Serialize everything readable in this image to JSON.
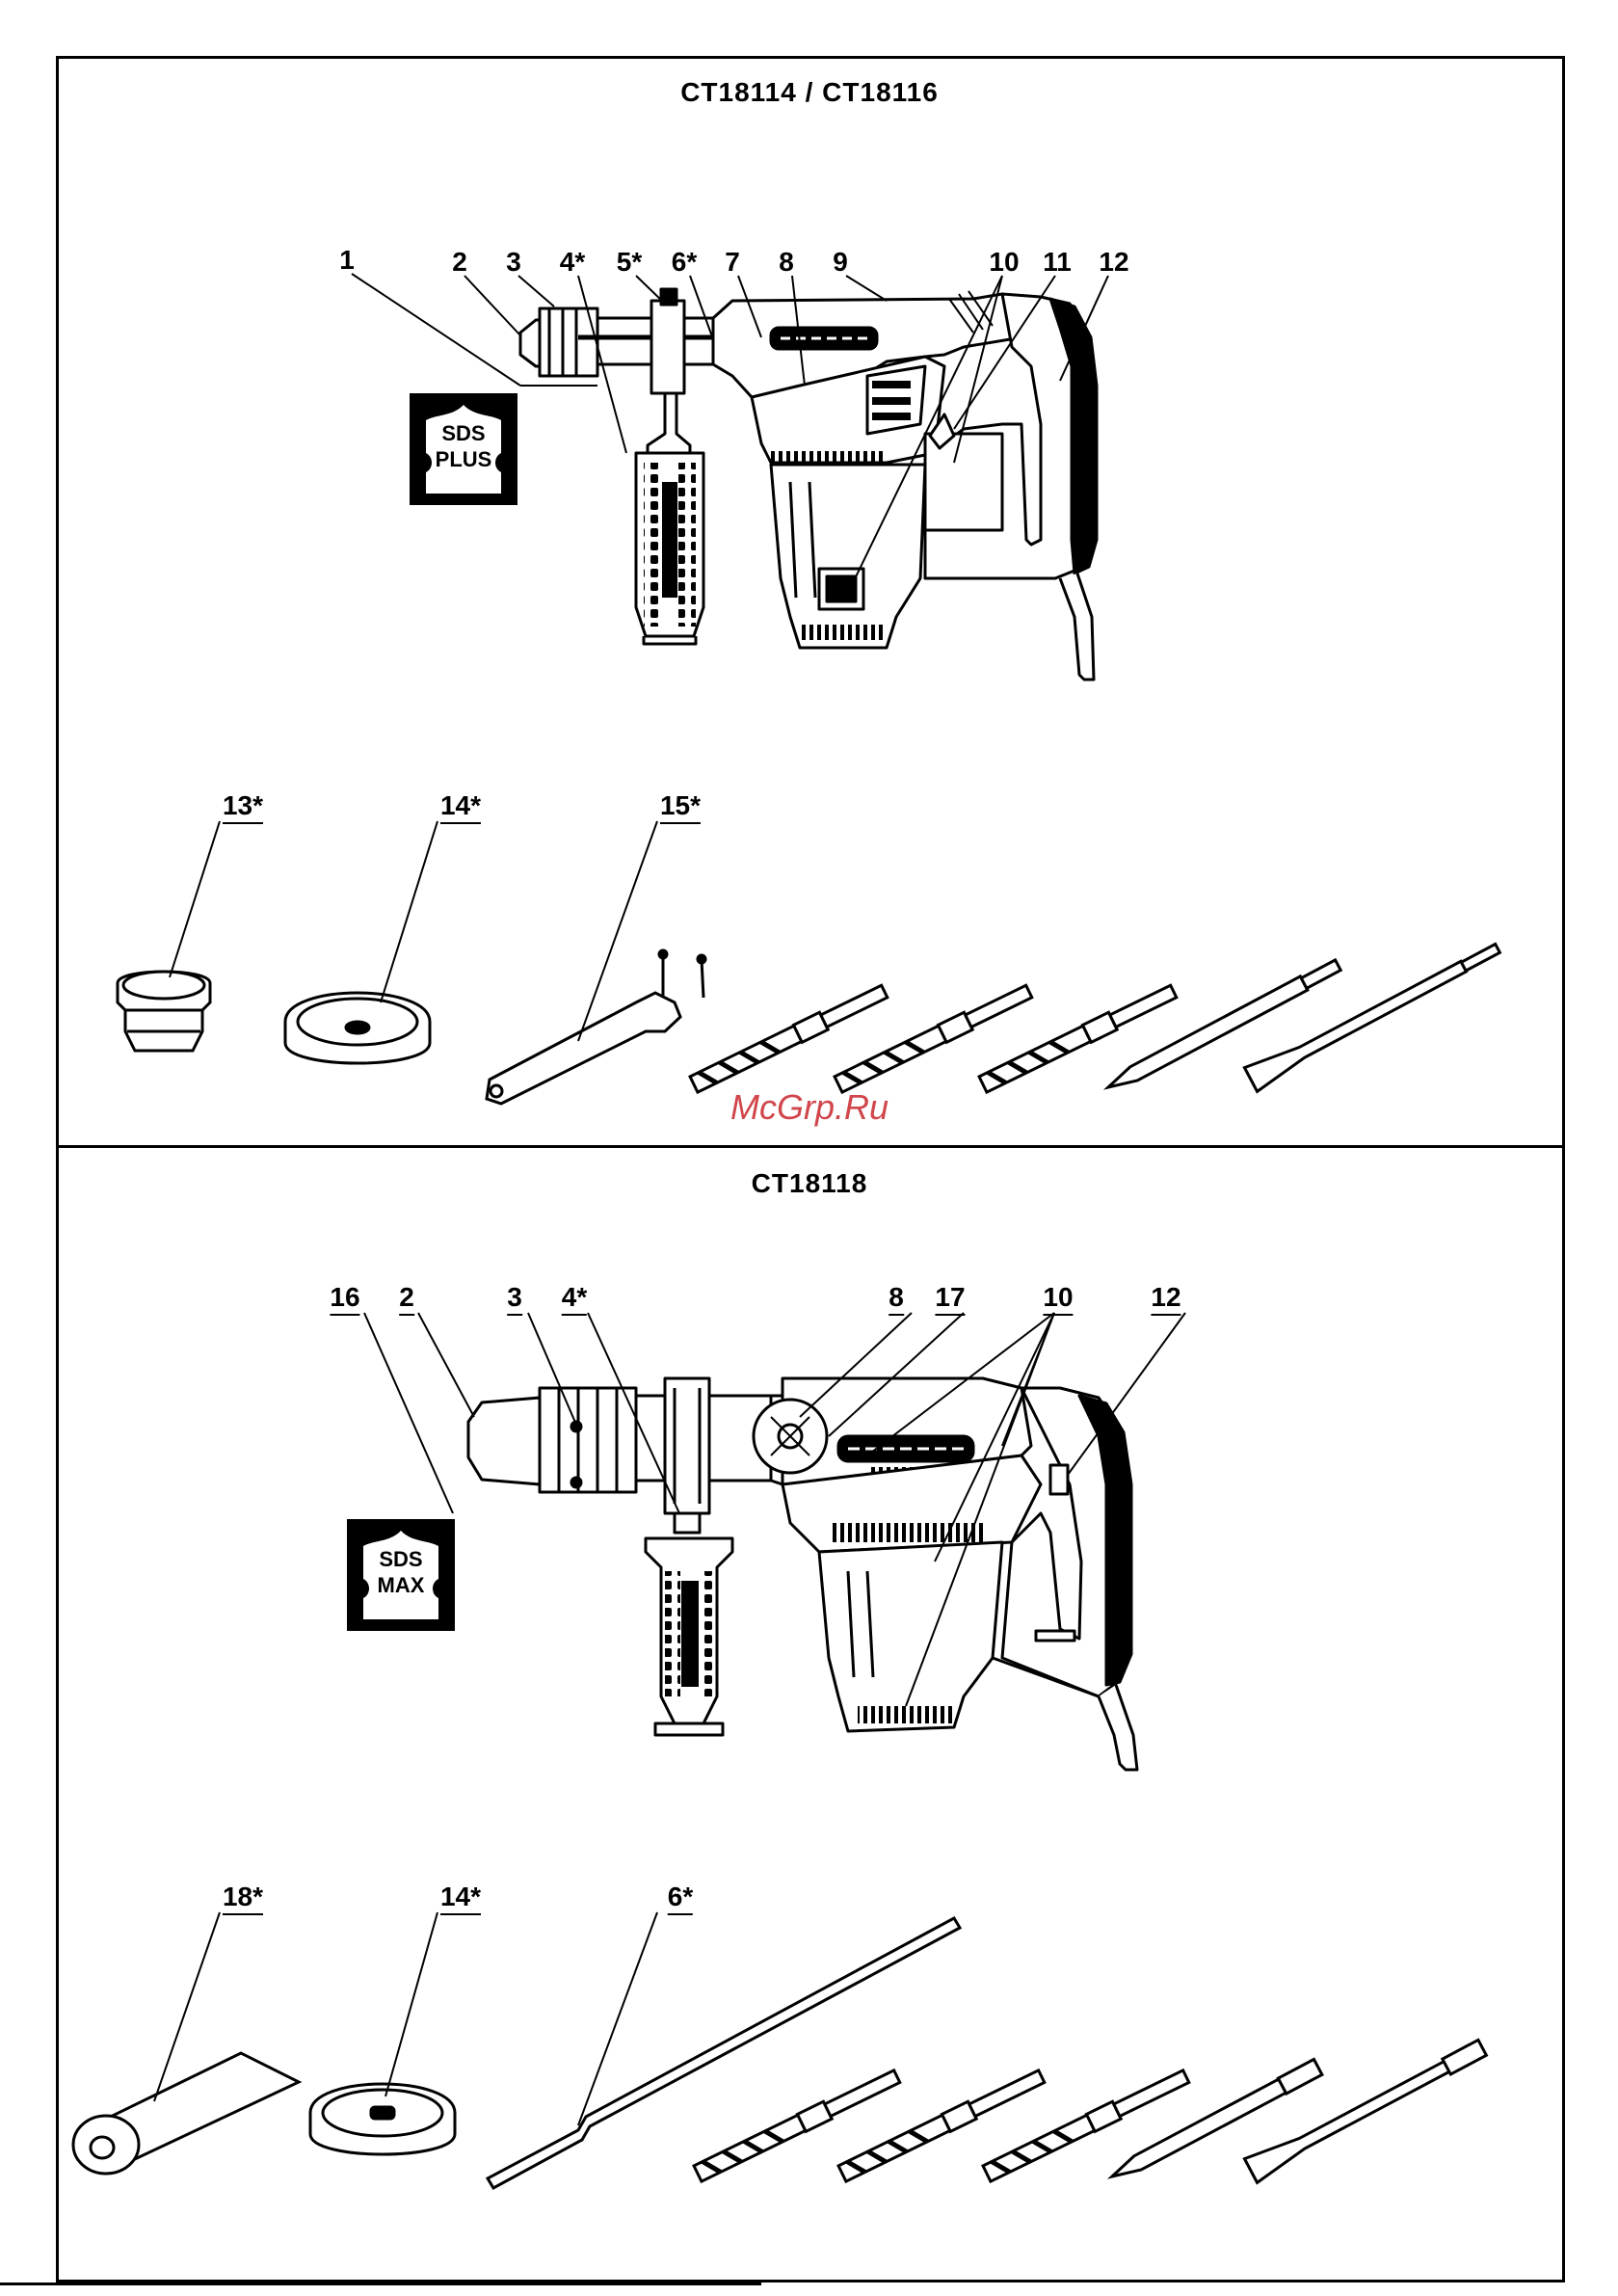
{
  "sections": {
    "top": {
      "title": "CT18114 / CT18116",
      "callouts": [
        "1",
        "2",
        "3",
        "4*",
        "5*",
        "6*",
        "7",
        "8",
        "9",
        "10",
        "11",
        "12"
      ],
      "accessory_callouts": [
        "13*",
        "14*",
        "15*"
      ],
      "badge": {
        "line1": "SDS",
        "line2": "PLUS"
      }
    },
    "bottom": {
      "title": "CT18118",
      "callouts": [
        "16",
        "2",
        "3",
        "4*",
        "8",
        "17",
        "10",
        "12"
      ],
      "accessory_callouts": [
        "18*",
        "14*",
        "6*"
      ],
      "badge": {
        "line1": "SDS",
        "line2": "MAX"
      }
    }
  },
  "watermark": "McGrp.Ru",
  "colors": {
    "ink": "#000000",
    "watermark": "#c8262c"
  }
}
